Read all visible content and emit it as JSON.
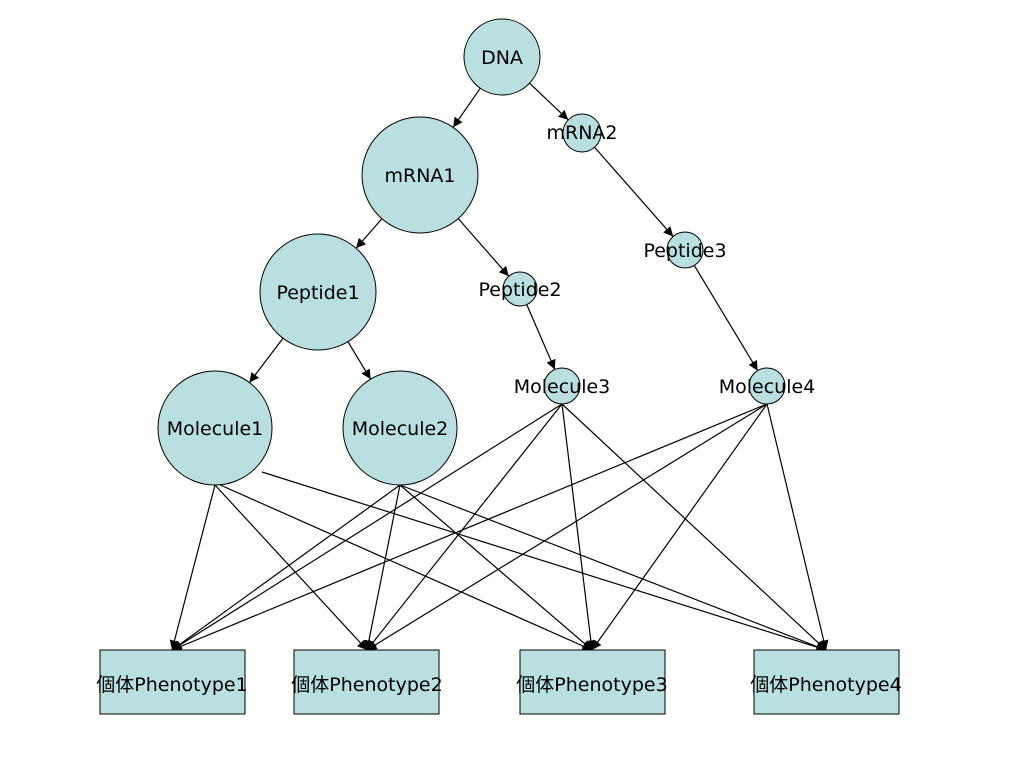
{
  "diagram": {
    "nodes": [
      {
        "id": "dna",
        "label": "DNA",
        "shape": "circle"
      },
      {
        "id": "mrna1",
        "label": "mRNA1",
        "shape": "circle"
      },
      {
        "id": "mrna2",
        "label": "mRNA2",
        "shape": "circle"
      },
      {
        "id": "peptide1",
        "label": "Peptide1",
        "shape": "circle"
      },
      {
        "id": "peptide2",
        "label": "Peptide2",
        "shape": "circle"
      },
      {
        "id": "peptide3",
        "label": "Peptide3",
        "shape": "circle"
      },
      {
        "id": "molecule1",
        "label": "Molecule1",
        "shape": "circle"
      },
      {
        "id": "molecule2",
        "label": "Molecule2",
        "shape": "circle"
      },
      {
        "id": "molecule3",
        "label": "Molecule3",
        "shape": "circle"
      },
      {
        "id": "molecule4",
        "label": "Molecule4",
        "shape": "circle"
      },
      {
        "id": "phenotype1",
        "label": "個体Phenotype1",
        "shape": "box"
      },
      {
        "id": "phenotype2",
        "label": "個体Phenotype2",
        "shape": "box"
      },
      {
        "id": "phenotype3",
        "label": "個体Phenotype3",
        "shape": "box"
      },
      {
        "id": "phenotype4",
        "label": "個体Phenotype4",
        "shape": "box"
      }
    ],
    "edges": [
      [
        "dna",
        "mrna1"
      ],
      [
        "dna",
        "mrna2"
      ],
      [
        "mrna1",
        "peptide1"
      ],
      [
        "mrna1",
        "peptide2"
      ],
      [
        "mrna2",
        "peptide3"
      ],
      [
        "peptide1",
        "molecule1"
      ],
      [
        "peptide1",
        "molecule2"
      ],
      [
        "peptide2",
        "molecule3"
      ],
      [
        "peptide3",
        "molecule4"
      ],
      [
        "molecule1",
        "phenotype1"
      ],
      [
        "molecule1",
        "phenotype2"
      ],
      [
        "molecule1",
        "phenotype3"
      ],
      [
        "molecule1",
        "phenotype4"
      ],
      [
        "molecule2",
        "phenotype1"
      ],
      [
        "molecule2",
        "phenotype2"
      ],
      [
        "molecule2",
        "phenotype3"
      ],
      [
        "molecule2",
        "phenotype4"
      ],
      [
        "molecule3",
        "phenotype1"
      ],
      [
        "molecule3",
        "phenotype2"
      ],
      [
        "molecule3",
        "phenotype3"
      ],
      [
        "molecule3",
        "phenotype4"
      ],
      [
        "molecule4",
        "phenotype1"
      ],
      [
        "molecule4",
        "phenotype2"
      ],
      [
        "molecule4",
        "phenotype3"
      ],
      [
        "molecule4",
        "phenotype4"
      ]
    ],
    "colors": {
      "node_fill": "#b9dfe1",
      "stroke": "#000000"
    }
  }
}
